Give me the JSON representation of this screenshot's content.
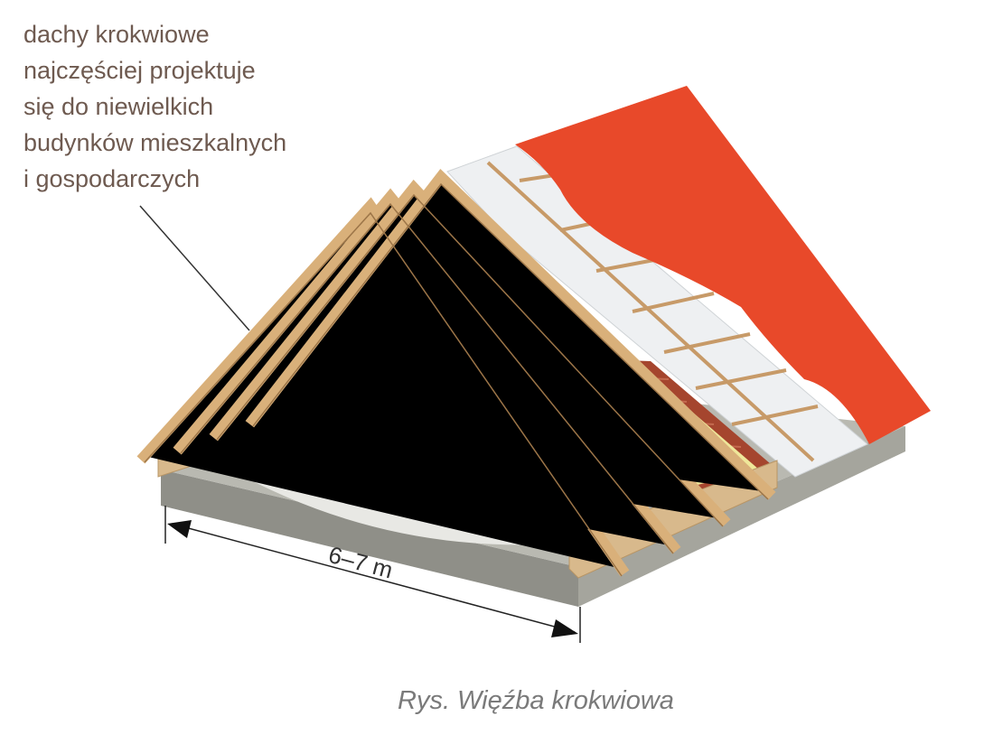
{
  "annotation": {
    "lines": [
      "dachy krokwiowe",
      "najczęściej projektuje",
      "się do niewielkich",
      "budynków mieszkalnych",
      "i gospodarczych"
    ]
  },
  "dimension": {
    "label": "6–7 m"
  },
  "caption": "Rys. Więźba krokwiowa",
  "colors": {
    "text": "#6e5a50",
    "roof": "#e8492a",
    "timber": "#d9b07a",
    "insulation": "#eee79a",
    "brick": "#d8b98c",
    "slab": "#9a9a92"
  }
}
